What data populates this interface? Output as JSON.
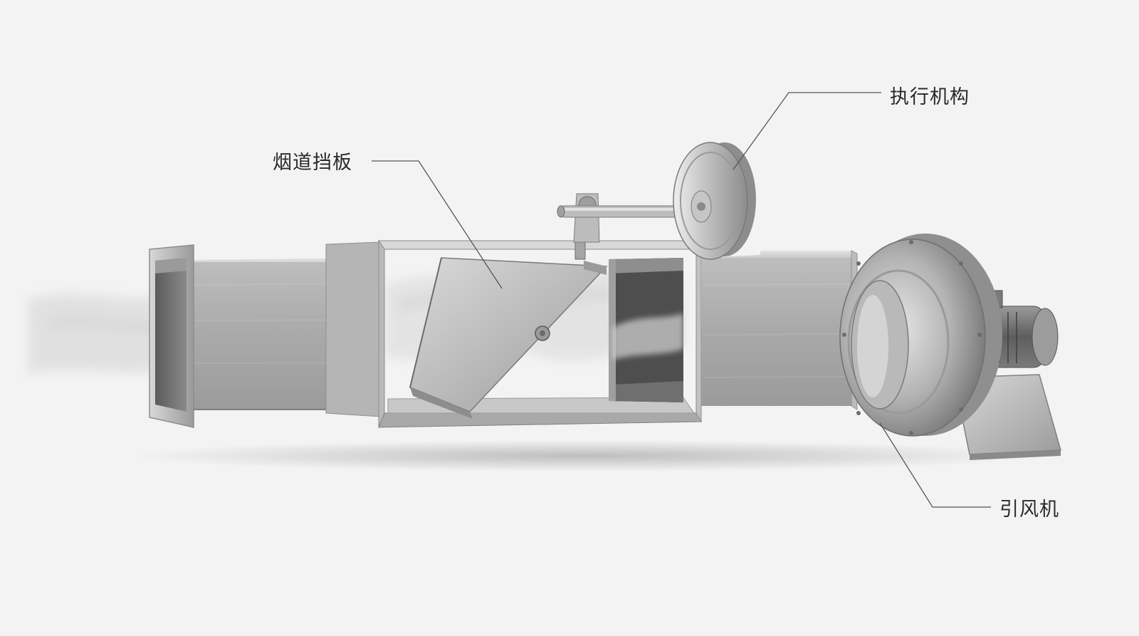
{
  "labels": {
    "damper": "烟道挡板",
    "actuator": "执行机构",
    "fan": "引风机"
  },
  "colors": {
    "background": "#f3f3f3",
    "metal_light": "#d4d4d4",
    "metal_mid": "#a8a8a8",
    "metal_dark": "#6e6e6e",
    "leader_line": "#555555",
    "label_text": "#2a2a2a"
  }
}
